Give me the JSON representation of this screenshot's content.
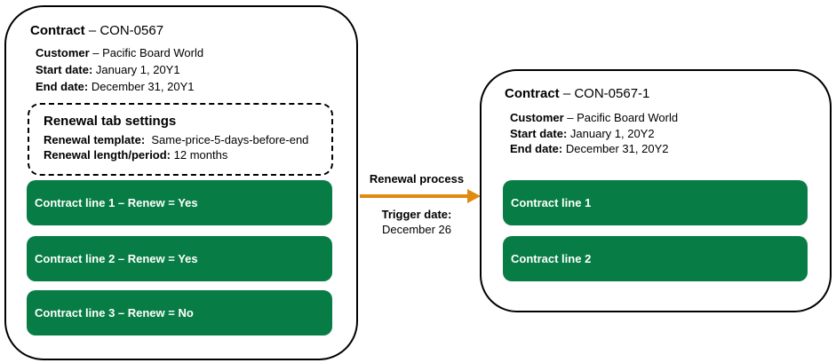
{
  "source_contract": {
    "title_bold": "Contract",
    "title_id": " – CON-0567",
    "customer_label": "Customer",
    "customer_value": " – Pacific Board World",
    "start_label": "Start date:",
    "start_value": " January 1, 20Y1",
    "end_label": "End date:",
    "end_value": " December 31, 20Y1",
    "renewal_settings": {
      "heading": "Renewal tab settings",
      "template_label": "Renewal template:",
      "template_value": "  Same-price-5-days-before-end",
      "length_label": "Renewal length/period:",
      "length_value": " 12 months"
    },
    "lines": [
      "Contract line 1 – Renew = Yes",
      "Contract line 2 – Renew = Yes",
      "Contract line 3 – Renew = No"
    ]
  },
  "process": {
    "label": "Renewal process",
    "trigger_label": "Trigger date:",
    "trigger_value": "December 26",
    "arrow_color": "#e08a10"
  },
  "renewed_contract": {
    "title_bold": "Contract",
    "title_id": " – CON-0567-1",
    "customer_label": "Customer",
    "customer_value": " – Pacific Board World",
    "start_label": "Start date:",
    "start_value": " January 1, 20Y2",
    "end_label": "End date:",
    "end_value": " December 31, 20Y2",
    "lines": [
      "Contract line 1",
      "Contract line 2"
    ]
  },
  "colors": {
    "line_fill": "#077d45"
  }
}
